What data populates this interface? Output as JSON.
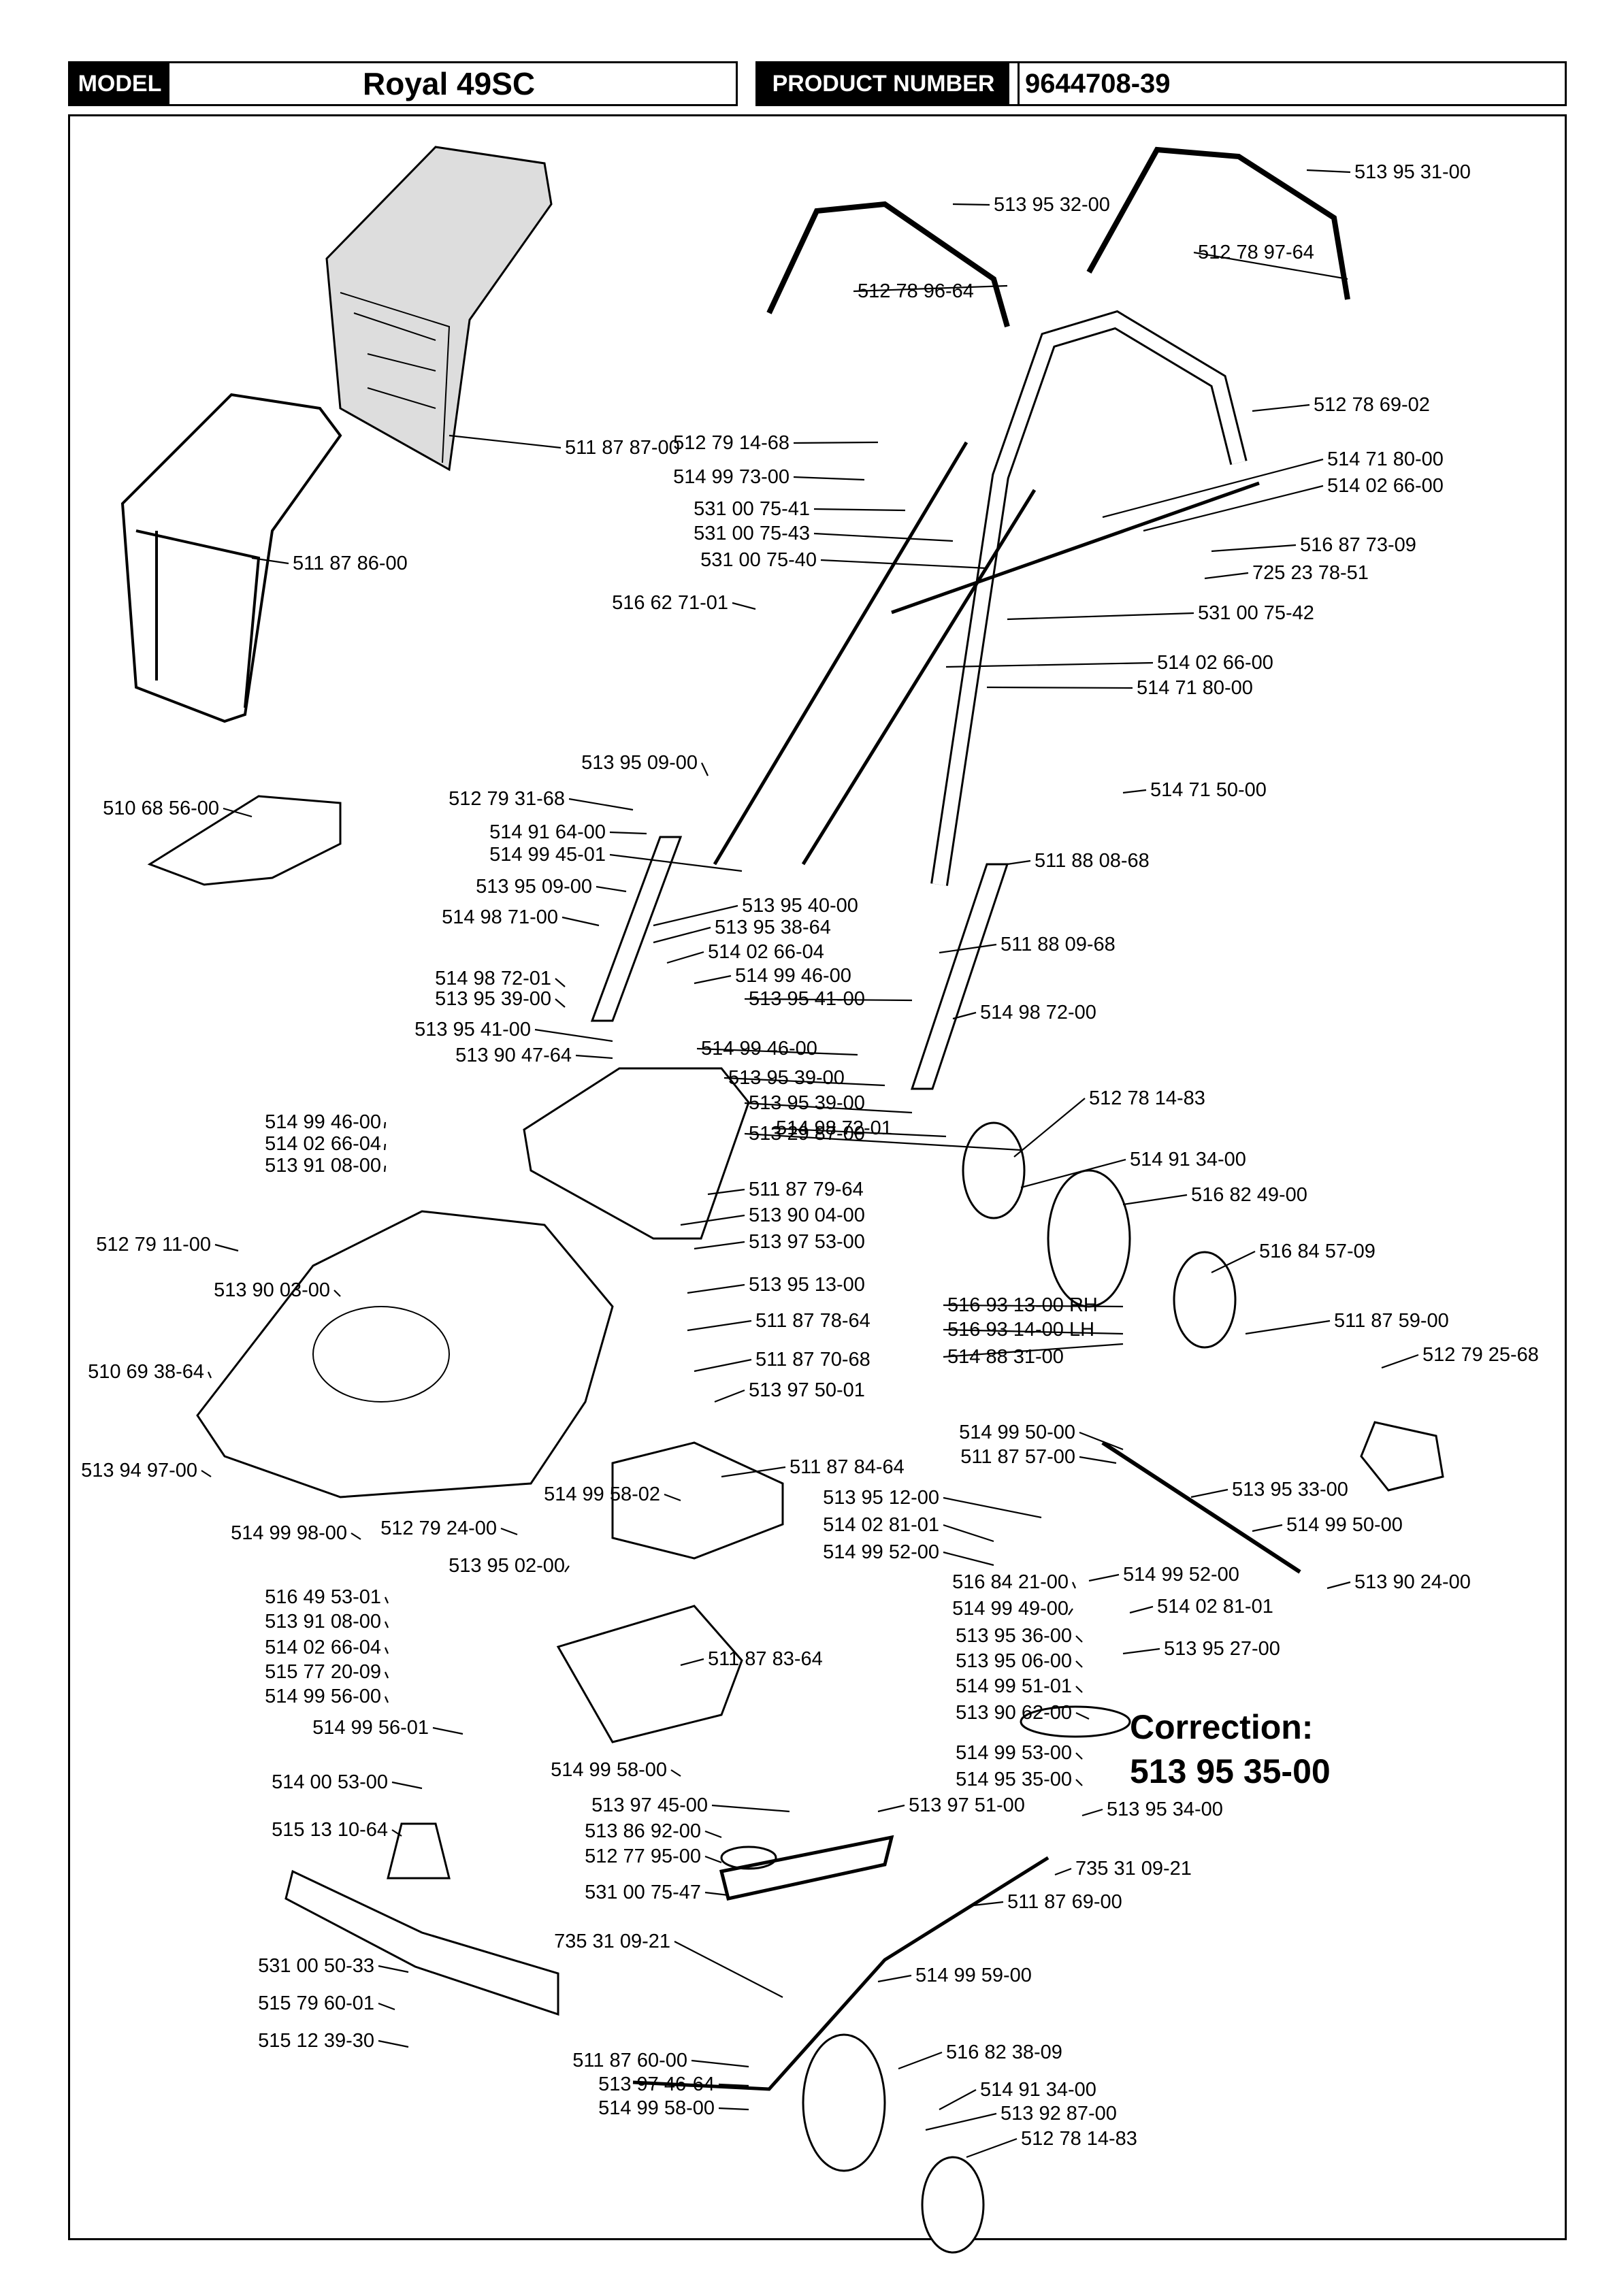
{
  "header": {
    "model_label": "MODEL",
    "model_value": "Royal 49SC",
    "product_label": "PRODUCT NUMBER",
    "product_value": "9644708-39"
  },
  "correction": {
    "title": "Correction:",
    "part_number": "513 95 35-00"
  },
  "callouts": [
    "513 95 31-00",
    "513 95 32-00",
    "512 78 97-64",
    "512 78 96-64",
    "512 78 69-02",
    "511 87 87-00",
    "512 79 14-68",
    "514 99 73-00",
    "531 00 75-41",
    "531 00 75-43",
    "531 00 75-40",
    "514 71 80-00",
    "514 02 66-00",
    "516 87 73-09",
    "725 23 78-51",
    "511 87 86-00",
    "516 62 71-01",
    "531 00 75-42",
    "514 02 66-00",
    "514 71 80-00",
    "513 95 09-00",
    "510 68 56-00",
    "512 79 31-68",
    "514 71 50-00",
    "514 91 64-00",
    "514 99 45-01",
    "513 95 09-00",
    "511 88 08-68",
    "514 98 71-00",
    "513 95 40-00",
    "513 95 38-64",
    "514 02 66-04",
    "511 88 09-68",
    "514 98 72-01",
    "514 99 46-00",
    "513 95 39-00",
    "513 95 41-00",
    "514 98 72-00",
    "513 95 41-00",
    "514 99 46-00",
    "513 90 47-64",
    "513 95 39-00",
    "512 78 14-83",
    "514 99 46-00",
    "513 95 39-00",
    "514 02 66-04",
    "514 98 72-01",
    "513 29 87-00",
    "513 91 08-00",
    "514 91 34-00",
    "511 87 79-64",
    "516 82 49-00",
    "513 90 04-00",
    "512 79 11-00",
    "513 97 53-00",
    "516 84 57-09",
    "513 90 03-00",
    "513 95 13-00",
    "516 93 13-00 RH",
    "511 87 59-00",
    "516 93 14-00 LH",
    "511 87 78-64",
    "514 88 31-00",
    "512 79 25-68",
    "510 69 38-64",
    "511 87 70-68",
    "513 97 50-01",
    "514 99 50-00",
    "513 94 97-00",
    "511 87 57-00",
    "511 87 84-64",
    "513 95 33-00",
    "514 99 58-02",
    "513 95 12-00",
    "514 99 50-00",
    "514 99 98-00",
    "512 79 24-00",
    "514 02 81-01",
    "514 99 52-00",
    "513 95 02-00",
    "514 99 52-00",
    "513 90 24-00",
    "516 84 21-00",
    "516 49 53-01",
    "514 02 81-01",
    "514 99 49-00",
    "513 91 08-00",
    "513 95 27-00",
    "513 95 36-00",
    "514 02 66-04",
    "511 87 83-64",
    "513 95 06-00",
    "515 77 20-09",
    "514 99 51-01",
    "514 99 56-00",
    "513 90 62-00",
    "514 99 56-01",
    "514 99 53-00",
    "514 00 53-00",
    "514 95 35-00",
    "514 99 58-00",
    "513 97 45-00",
    "513 97 51-00",
    "513 95 34-00",
    "515 13 10-64",
    "513 86 92-00",
    "735 31 09-21",
    "512 77 95-00",
    "511 87 69-00",
    "531 00 75-47",
    "735 31 09-21",
    "531 00 50-33",
    "514 99 59-00",
    "515 79 60-01",
    "516 82 38-09",
    "515 12 39-30",
    "511 87 60-00",
    "514 91 34-00",
    "513 97 46-64",
    "513 92 87-00",
    "514 99 58-00",
    "512 78 14-83"
  ]
}
